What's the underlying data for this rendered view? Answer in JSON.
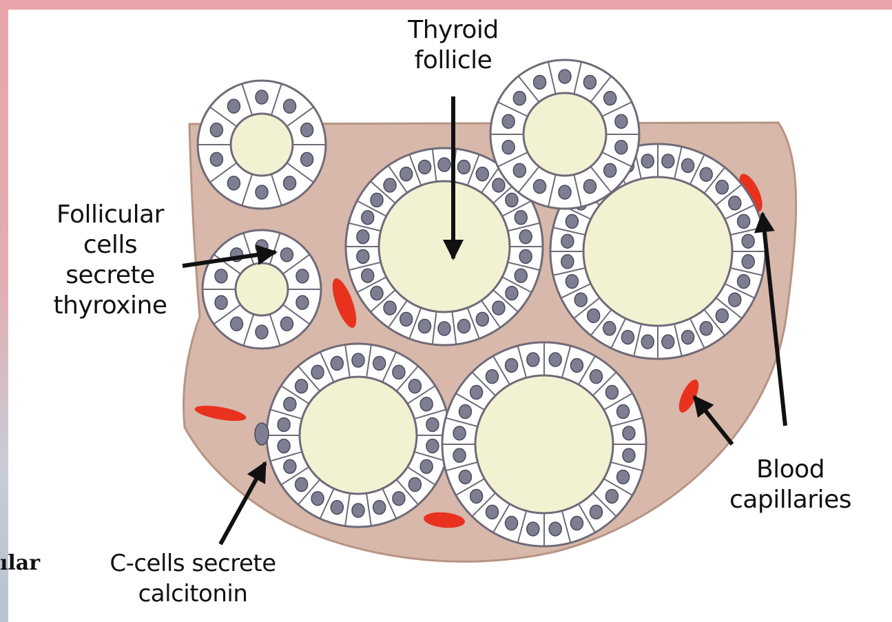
{
  "labels": {
    "thyroid_follicle": [
      "Thyroid",
      "follicle"
    ],
    "follicular_cells": [
      "Follicular",
      "cells",
      "secrete",
      "thyroxine"
    ],
    "blood_capillaries": [
      "Blood",
      "capillaries"
    ],
    "c_cells": [
      "C-cells secrete",
      "calcitonin"
    ],
    "fragment": "ılar"
  },
  "colors": {
    "frame": "#e8a6aa",
    "stroma": "#d4b5a8",
    "colloid": "#f2f1d2",
    "cell_fill": "#ffffff",
    "nucleus": "#7e7e93",
    "blood": "#e8321e",
    "arrow": "#111111"
  }
}
